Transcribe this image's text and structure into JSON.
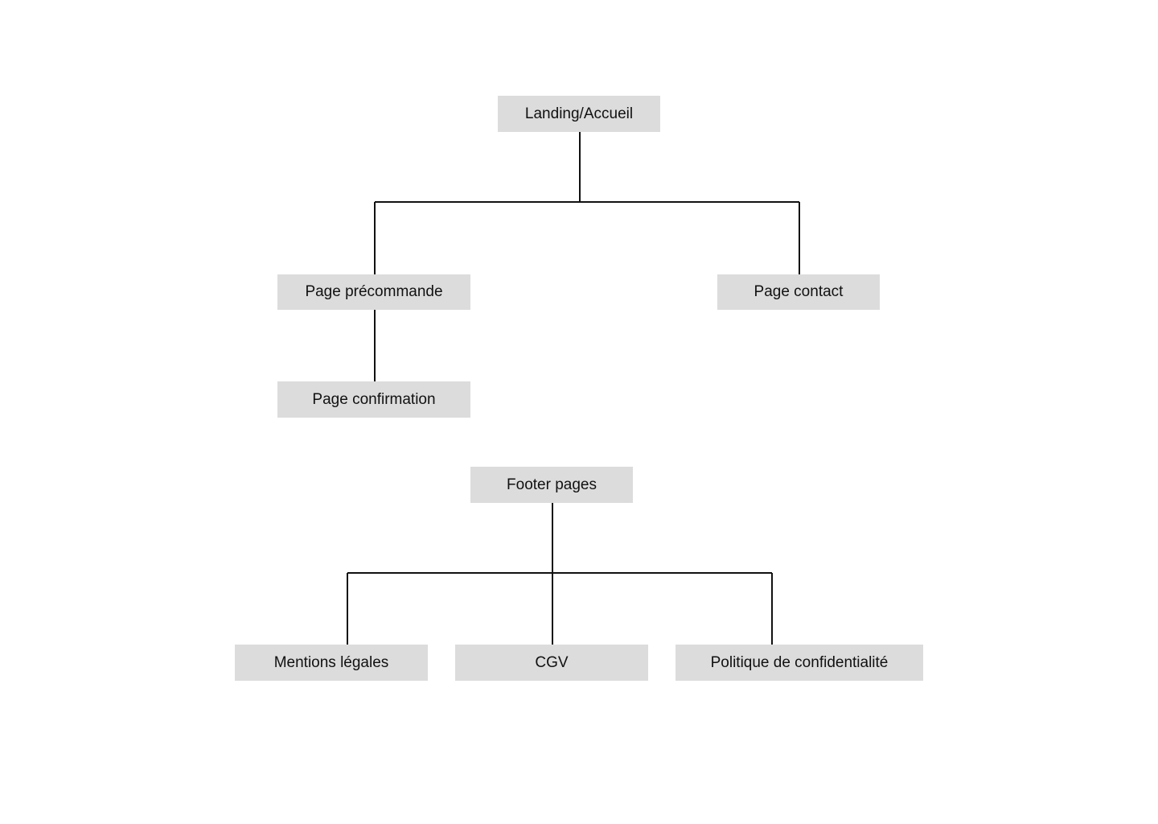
{
  "colors": {
    "node_fill": "#dcdcdc",
    "node_text": "#111111",
    "connector": "#111111",
    "background": "#ffffff"
  },
  "sitemap": {
    "root": "Landing/Accueil",
    "preorder": "Page précommande",
    "contact": "Page contact",
    "confirmation": "Page confirmation"
  },
  "footer": {
    "root": "Footer pages",
    "legal": "Mentions légales",
    "cgv": "CGV",
    "privacy": "Politique de confidentialité"
  }
}
